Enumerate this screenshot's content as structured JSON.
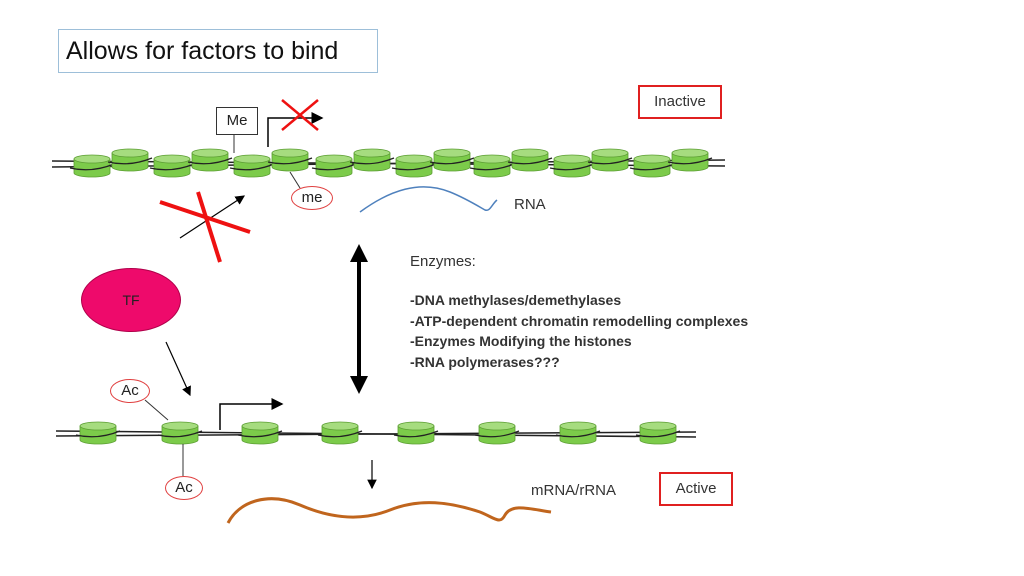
{
  "title": "Allows for factors to bind",
  "inactive_state": {
    "label": "Inactive",
    "modification": "Me",
    "mark": "me",
    "transcript": "RNA"
  },
  "active_state": {
    "label": "Active",
    "modification_top": "Ac",
    "modification_bottom": "Ac",
    "transcript": "mRNA/rRNA"
  },
  "transcription_factor": "TF",
  "enzymes": {
    "heading": "Enzymes:",
    "items": [
      "-DNA methylases/demethylases",
      "-ATP-dependent chromatin remodelling complexes",
      "-Enzymes Modifying  the histones",
      "-RNA polymerases???"
    ]
  },
  "colors": {
    "nucleosome_fill": "#7ccb4a",
    "nucleosome_dark": "#5c9e33",
    "nucleosome_top": "#a6dc7f",
    "block_mark": "#ee1111",
    "tf_fill": "#ee0a6b",
    "rna_line": "#4f81bd",
    "mrna_line": "#c0651d"
  }
}
